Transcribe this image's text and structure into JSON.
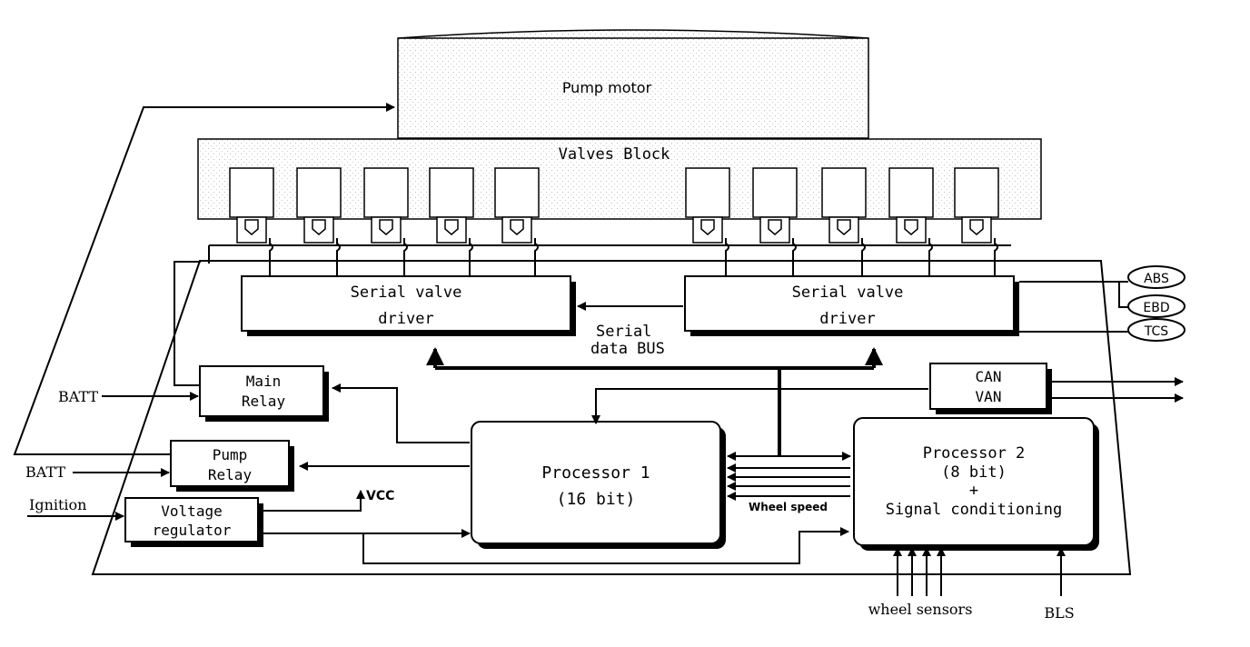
{
  "pump_motor": "Pump motor",
  "valves_block": "Valves Block",
  "serial_driver_left": {
    "line1": "Serial valve",
    "line2": "driver"
  },
  "serial_driver_right": {
    "line1": "Serial valve",
    "line2": "driver"
  },
  "serial_bus": {
    "line1": "Serial",
    "line2": "data BUS"
  },
  "outputs": {
    "abs": "ABS",
    "ebd": "EBD",
    "tcs": "TCS"
  },
  "main_relay": {
    "line1": "Main",
    "line2": "Relay"
  },
  "pump_relay": {
    "line1": "Pump",
    "line2": "Relay"
  },
  "voltage_regulator": {
    "line1": "Voltage",
    "line2": "regulator"
  },
  "can_van": {
    "line1": "CAN",
    "line2": "VAN"
  },
  "processor1": {
    "line1": "Processor 1",
    "line2": "(16 bit)"
  },
  "processor2": {
    "line1": "Processor 2",
    "line2": "(8 bit)",
    "line3": "+",
    "line4": "Signal conditioning"
  },
  "inputs": {
    "batt_main": "BATT",
    "batt_pump": "BATT",
    "ignition": "Ignition",
    "vcc": "VCC",
    "wheel_speed": "Wheel speed",
    "wheel_sensors": "wheel sensors",
    "bls": "BLS"
  }
}
